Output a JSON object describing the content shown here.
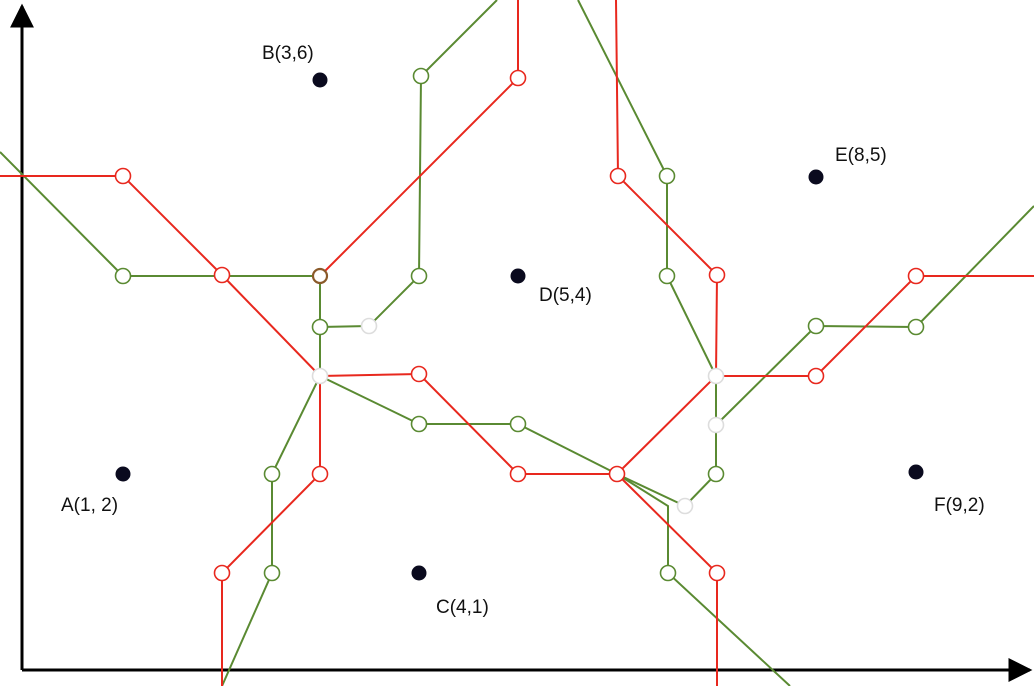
{
  "colors": {
    "background": "#ffffff",
    "axis": "#000000",
    "site": "#0a0a1e",
    "red_path": "#e8281e",
    "green_path": "#5a8a32",
    "highlight_node": "#8a5a2a",
    "faded_node_stroke": "#dddddd"
  },
  "sites": [
    {
      "id": "A",
      "label": "A(1, 2)"
    },
    {
      "id": "B",
      "label": "B(3,6)"
    },
    {
      "id": "C",
      "label": "C(4,1)"
    },
    {
      "id": "D",
      "label": "D(5,4)"
    },
    {
      "id": "E",
      "label": "E(8,5)"
    },
    {
      "id": "F",
      "label": "F(9,2)"
    }
  ]
}
